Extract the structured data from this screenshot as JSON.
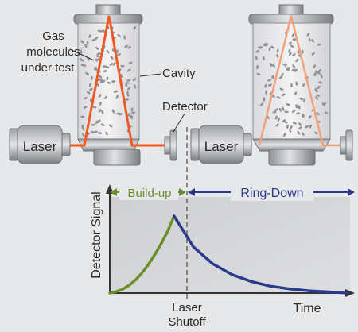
{
  "labels": {
    "gas_line1": "Gas",
    "gas_line2": "molecules",
    "gas_line3": "under test",
    "cavity": "Cavity",
    "detector": "Detector",
    "laser_left": "Laser",
    "laser_right": "Laser",
    "buildup": "Build-up",
    "ringdown": "Ring-Down",
    "y_axis": "Detector Signal",
    "shutoff_line1": "Laser",
    "shutoff_line2": "Shutoff",
    "x_axis": "Time"
  },
  "colors": {
    "background": "#e7e8ea",
    "beam_active": "#ef5a24",
    "beam_fading": "#f4a07a",
    "buildup_curve": "#6a8f2a",
    "ringdown_curve": "#2a3a8c",
    "plot_bg": "#d4d5d7",
    "metal_dark": "#6f7276",
    "metal_light": "#c9cbce"
  },
  "chart_data": {
    "type": "line",
    "xlabel": "Time",
    "ylabel": "Detector Signal",
    "annotations": [
      "Build-up",
      "Ring-Down",
      "Laser Shutoff"
    ],
    "series": [
      {
        "name": "Build-up",
        "x": [
          0,
          0.1,
          0.2,
          0.3,
          0.4,
          0.5,
          0.6,
          0.7,
          0.8,
          0.9,
          1.0
        ],
        "y": [
          0,
          0.02,
          0.05,
          0.1,
          0.17,
          0.26,
          0.37,
          0.5,
          0.64,
          0.8,
          1.0
        ]
      },
      {
        "name": "Ring-Down",
        "x": [
          1.0,
          1.3,
          1.6,
          1.9,
          2.2,
          2.5,
          2.8,
          3.1,
          3.4,
          3.7
        ],
        "y": [
          1.0,
          0.6,
          0.38,
          0.24,
          0.15,
          0.09,
          0.055,
          0.03,
          0.015,
          0.0
        ]
      }
    ]
  }
}
